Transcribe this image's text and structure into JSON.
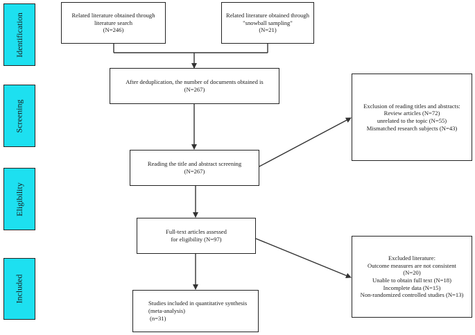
{
  "phases": {
    "identification": "Identification",
    "screening": "Screening",
    "eligibility": "Eligibility",
    "included": "Included"
  },
  "boxes": {
    "literature_search": [
      "Related literature obtained through",
      "literature search",
      "(N=246)"
    ],
    "snowball": [
      "Related literature obtained through",
      "\"snowball sampling\"",
      "(N=21)"
    ],
    "dedup": [
      "After deduplication, the number of documents obtained is",
      "(N=267)"
    ],
    "title_screening": [
      "Reading the title and abstract screening",
      "(N=267)"
    ],
    "fulltext": [
      "Full-text articles assessed",
      "for eligibility (N=97)"
    ],
    "included": [
      "Studies included in quantitative synthesis",
      "(meta-analysis)",
      "(n=31)"
    ],
    "exclusion_titles": [
      "Exclusion of reading titles and abstracts:",
      "Review articles (N=72)",
      "unrelated to the topic (N=55)",
      "Mismatched research subjects (N=43)"
    ],
    "excluded_lit": [
      "Excluded literature:",
      "Outcome measures are not consistent",
      "(N=20)",
      "Unable to obtain full text (N=18)",
      "Incomplete data (N=15)",
      "Non-randomized controlled studies (N=13)"
    ]
  }
}
